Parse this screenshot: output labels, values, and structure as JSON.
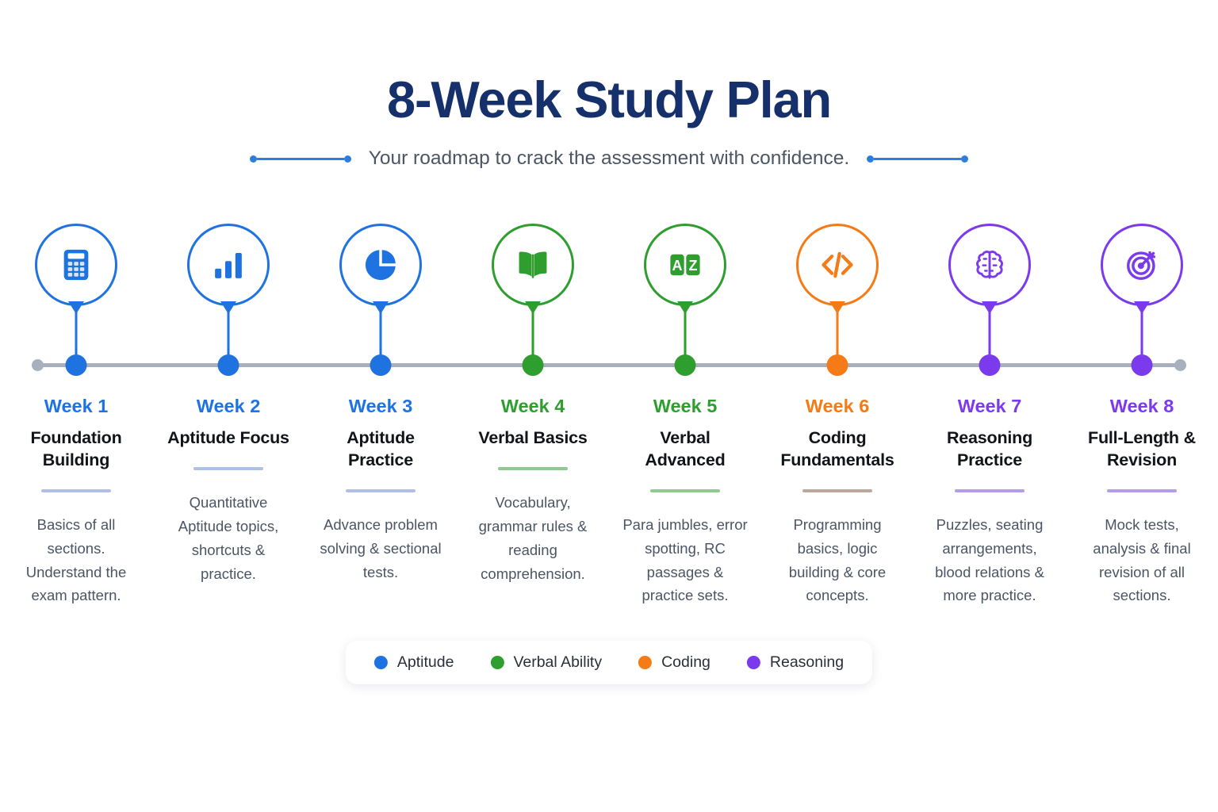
{
  "header": {
    "title": "8-Week Study Plan",
    "subtitle": "Your roadmap to crack the assessment with confidence."
  },
  "colors": {
    "aptitude": "#1f73e0",
    "verbal": "#2e9e2e",
    "coding": "#f47b16",
    "reasoning": "#7c3aed",
    "title": "#15306b",
    "rail": "#a9b0bd"
  },
  "timeline": {
    "weeks": [
      {
        "week_label": "Week 1",
        "title": "Foundation Building",
        "description": "Basics of all sections. Understand the exam pattern.",
        "icon": "calculator-icon",
        "category": "Aptitude",
        "color": "#1f73e0",
        "rule_color": "#aebfe8"
      },
      {
        "week_label": "Week 2",
        "title": "Aptitude Focus",
        "description": "Quantitative Aptitude topics, shortcuts & practice.",
        "icon": "bar-chart-icon",
        "category": "Aptitude",
        "color": "#1f73e0",
        "rule_color": "#aebfe8"
      },
      {
        "week_label": "Week 3",
        "title": "Aptitude Practice",
        "description": "Advance problem solving & sectional tests.",
        "icon": "pie-chart-icon",
        "category": "Aptitude",
        "color": "#1f73e0",
        "rule_color": "#aebfe8"
      },
      {
        "week_label": "Week 4",
        "title": "Verbal Basics",
        "description": "Vocabulary, grammar rules & reading comprehension.",
        "icon": "open-book-icon",
        "category": "Verbal Ability",
        "color": "#2e9e2e",
        "rule_color": "#8fcb90"
      },
      {
        "week_label": "Week 5",
        "title": "Verbal Advanced",
        "description": "Para jumbles, error spotting, RC passages & practice sets.",
        "icon": "a-z-icon",
        "category": "Verbal Ability",
        "color": "#2e9e2e",
        "rule_color": "#8fcb90"
      },
      {
        "week_label": "Week 6",
        "title": "Coding Fundamentals",
        "description": "Programming basics, logic building & core concepts.",
        "icon": "code-brackets-icon",
        "category": "Coding",
        "color": "#f47b16",
        "rule_color": "#bfa79b"
      },
      {
        "week_label": "Week 7",
        "title": "Reasoning Practice",
        "description": "Puzzles, seating arrangements, blood relations & more practice.",
        "icon": "brain-icon",
        "category": "Reasoning",
        "color": "#7c3aed",
        "rule_color": "#b79bec"
      },
      {
        "week_label": "Week 8",
        "title": "Full-Length & Revision",
        "description": "Mock tests, analysis & final revision of all sections.",
        "icon": "target-icon",
        "category": "Reasoning",
        "color": "#7c3aed",
        "rule_color": "#b79bec"
      }
    ]
  },
  "legend": {
    "items": [
      {
        "label": "Aptitude",
        "color": "#1f73e0"
      },
      {
        "label": "Verbal Ability",
        "color": "#2e9e2e"
      },
      {
        "label": "Coding",
        "color": "#f47b16"
      },
      {
        "label": "Reasoning",
        "color": "#7c3aed"
      }
    ]
  }
}
